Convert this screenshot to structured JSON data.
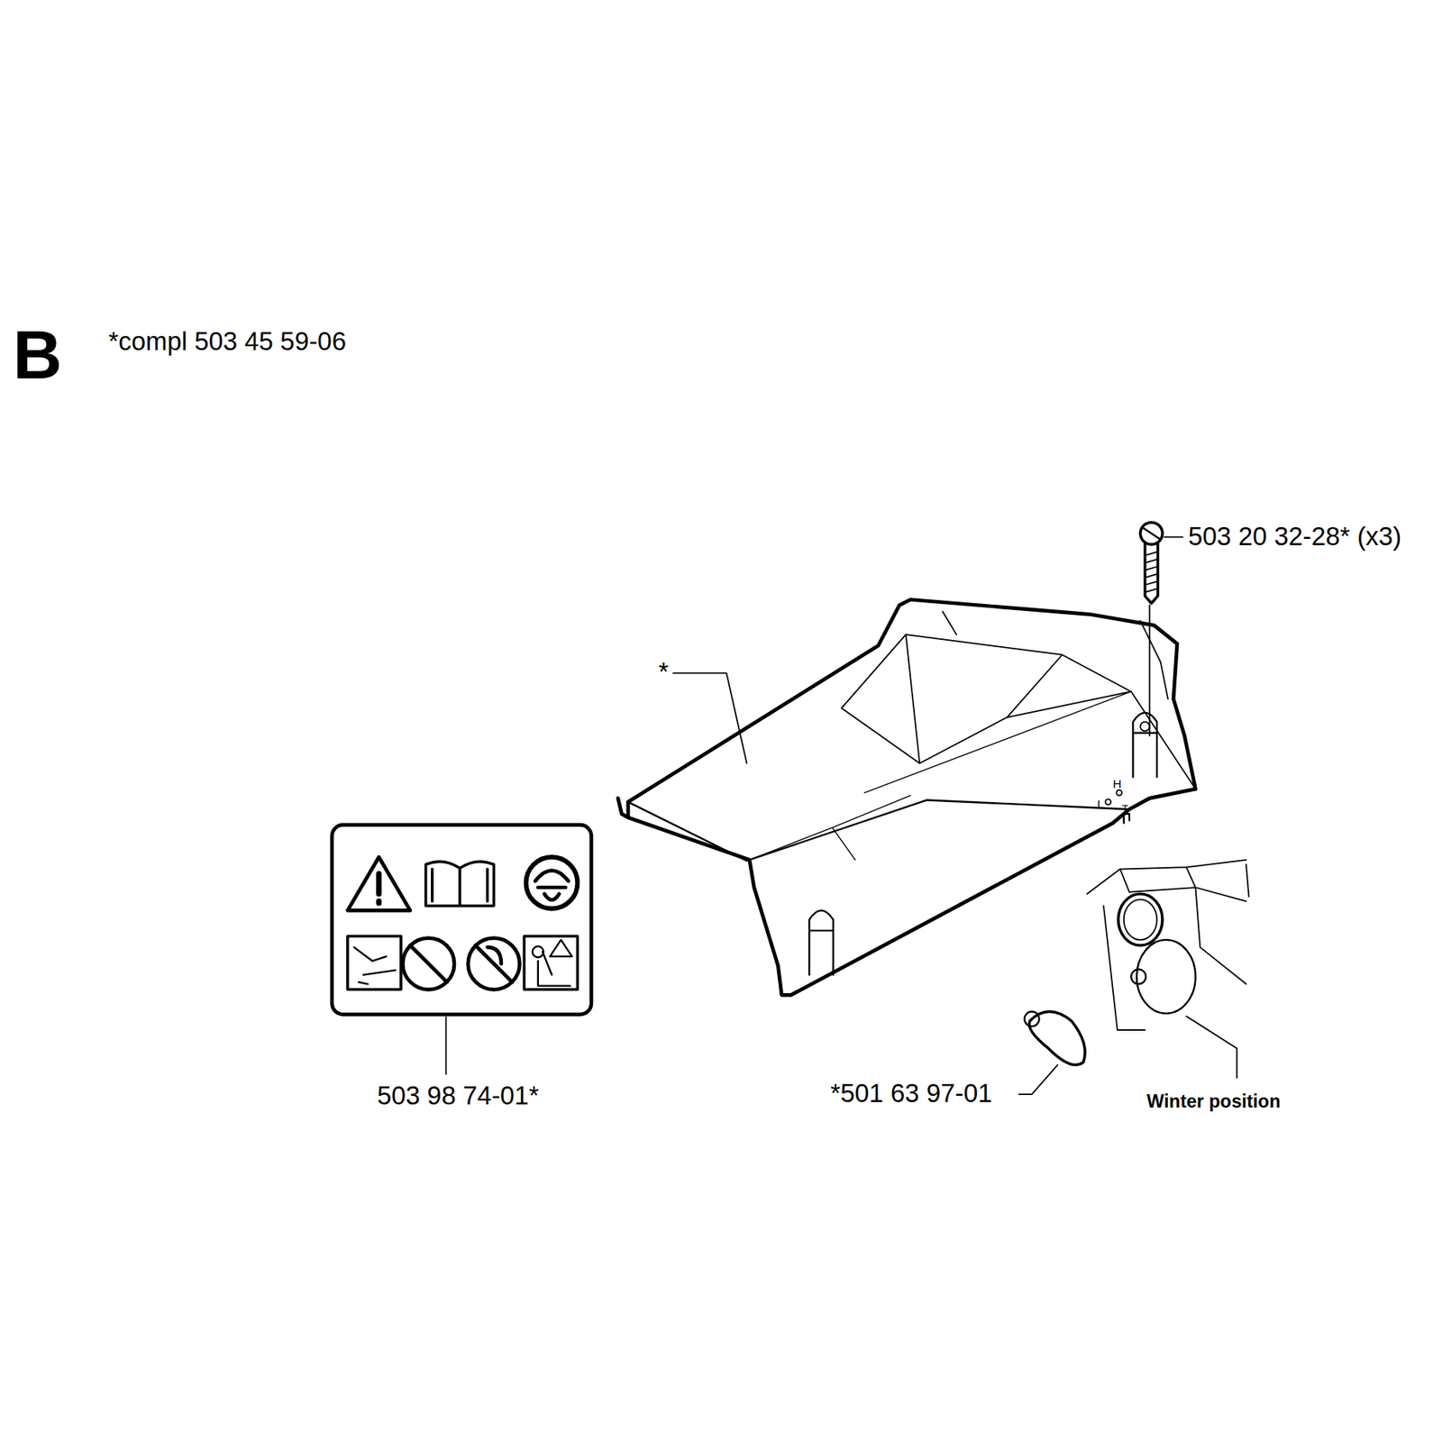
{
  "diagram": {
    "labels": [
      "B",
      "*compl 503 45 59-06",
      "*",
      "503 20 32-28* (x3)",
      "L",
      "H",
      "T",
      "503 98 74-01*",
      "*501 63 97-01",
      "Winter position"
    ]
  }
}
